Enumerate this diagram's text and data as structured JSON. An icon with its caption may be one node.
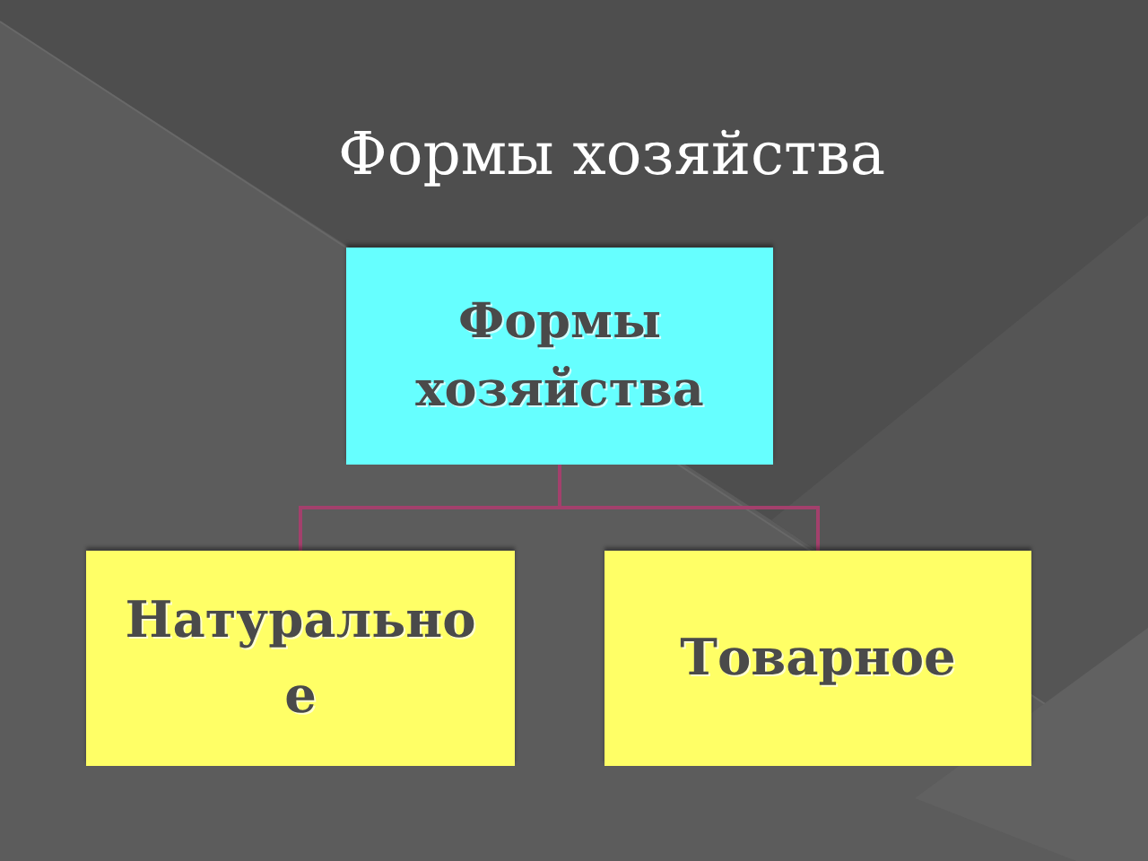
{
  "diagram": {
    "title": "Формы хозяйства",
    "nodes": [
      {
        "text": [
          "Формы хозяйства"
        ]
      },
      {
        "text": [
          "Натуральное"
        ]
      },
      {
        "text": [
          "Товарное"
        ]
      }
    ],
    "edges": [
      {
        "from": 0,
        "to": 1,
        "arrow": "none"
      },
      {
        "from": 0,
        "to": 2,
        "arrow": "none"
      }
    ]
  }
}
